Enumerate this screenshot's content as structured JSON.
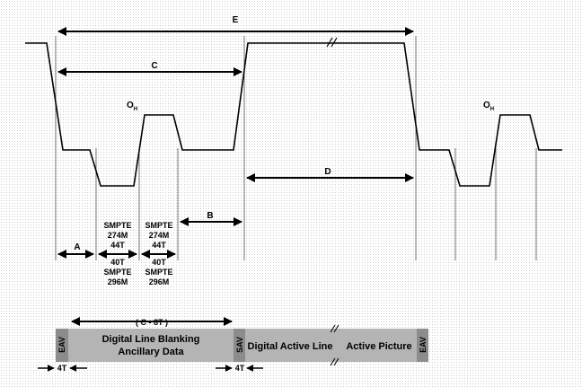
{
  "dimensions": {
    "e": "E",
    "c": "C",
    "d": "D",
    "a": "A",
    "b": "B",
    "c_minus_8t": "( C - 8T )"
  },
  "sync_labels": {
    "oh_left": "O",
    "oh_left_sub": "H",
    "oh_right": "O",
    "oh_right_sub": "H"
  },
  "timing_notes": {
    "col1_line1": "SMPTE",
    "col1_line2": "274M",
    "col1_line3": "44T",
    "col1_line4": "40T",
    "col1_line5": "SMPTE",
    "col1_line6": "296M",
    "col2_line1": "SMPTE",
    "col2_line2": "274M",
    "col2_line3": "44T",
    "col2_line4": "40T",
    "col2_line5": "SMPTE",
    "col2_line6": "296M"
  },
  "bar": {
    "eav_left": "EAV",
    "blanking_line1": "Digital Line Blanking",
    "blanking_line2": "Ancillary Data",
    "sav": "SAV",
    "active_line": "Digital Active Line",
    "active_picture": "Active Picture",
    "eav_right": "EAV",
    "four_t_left": "4T",
    "four_t_right": "4T"
  },
  "colors": {
    "line": "#000000",
    "guide": "#555555",
    "bar_fill": "#b4b4b4",
    "code_fill": "#8c8c8c"
  }
}
